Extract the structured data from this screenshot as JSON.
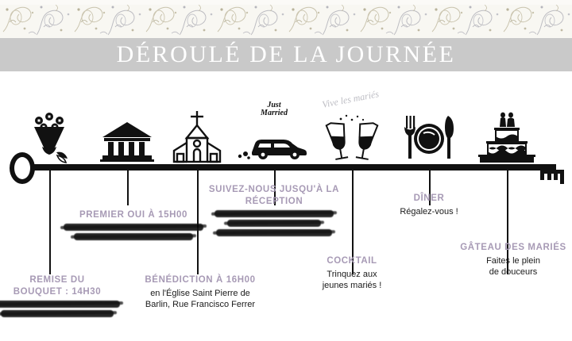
{
  "header": {
    "title": "DÉROULÉ DE LA JOURNÉE",
    "banner_color": "#c9c9c9",
    "floral_band_color": "#f7f6f1"
  },
  "theme": {
    "heading_color": "#a79ab5",
    "body_color": "#1a1a1a",
    "line_color": "#111111"
  },
  "timeline": {
    "shape": "key",
    "decorations": {
      "car_sign": "Just\nMarried",
      "toast_script": "Vive les mariés"
    },
    "events": [
      {
        "icon": "bouquet-icon",
        "heading": "REMISE DU\nBOUQUET : 14H30",
        "subtitle": "",
        "redacted_lines": 2,
        "position": "below"
      },
      {
        "icon": "town-hall-icon",
        "heading": "PREMIER OUI À 15H00",
        "subtitle": "",
        "redacted_lines": 2,
        "position": "above"
      },
      {
        "icon": "church-icon",
        "heading": "BÉNÉDICTION À 16H00",
        "subtitle": "en l'Église Saint Pierre de\nBarlin, Rue Francisco Ferrer",
        "redacted_lines": 0,
        "position": "below"
      },
      {
        "icon": "wedding-car-icon",
        "heading": "SUIVEZ-NOUS JUSQU'À LA\nRÉCEPTION",
        "subtitle": "",
        "redacted_lines": 3,
        "position": "above"
      },
      {
        "icon": "champagne-glasses-icon",
        "heading": "COCKTAIL",
        "subtitle": "Trinquez aux\njeunes mariés !",
        "redacted_lines": 0,
        "position": "below"
      },
      {
        "icon": "dinner-plate-icon",
        "heading": "DÎNER",
        "subtitle": "Régalez-vous !",
        "redacted_lines": 0,
        "position": "above"
      },
      {
        "icon": "wedding-cake-icon",
        "heading": "GÂTEAU DES MARIÉS",
        "subtitle": "Faites le plein\nde douceurs",
        "redacted_lines": 0,
        "position": "below"
      }
    ]
  }
}
